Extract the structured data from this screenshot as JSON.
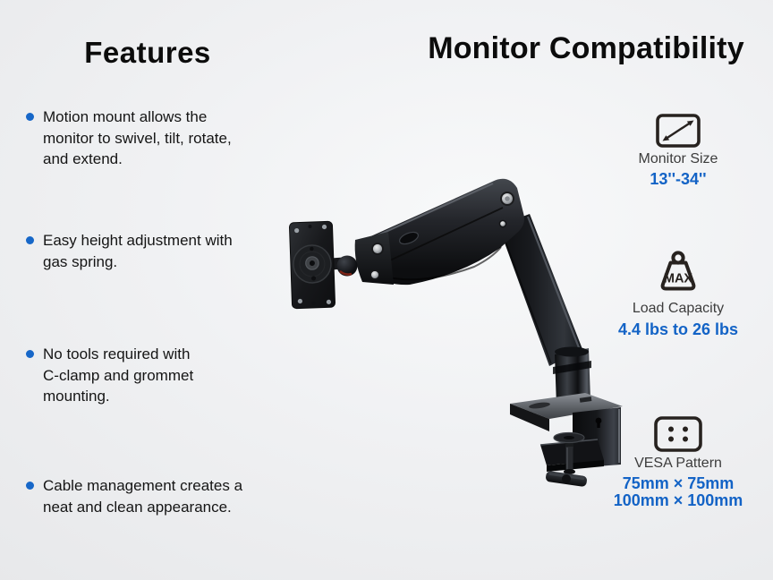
{
  "page": {
    "background_outer": "#e7e8ea",
    "background_inner": "#f8f9fa"
  },
  "features": {
    "title": "Features",
    "bullet_color": "#1767c8",
    "items": [
      {
        "lines": [
          "Motion mount allows the",
          "monitor to swivel, tilt, rotate,",
          "and extend."
        ]
      },
      {
        "lines": [
          "Easy height adjustment with",
          "gas spring."
        ]
      },
      {
        "lines": [
          "No tools required with",
          "C-clamp and grommet",
          "mounting."
        ]
      },
      {
        "lines": [
          "Cable management creates a",
          "neat and clean appearance."
        ]
      }
    ]
  },
  "compatibility": {
    "title": "Monitor Compatibility",
    "value_color": "#1363c6",
    "icon_color": "#27221f",
    "specs": [
      {
        "icon": "monitor-size-icon",
        "label": "Monitor Size",
        "values": [
          "13''-34''"
        ]
      },
      {
        "icon": "load-capacity-icon",
        "label": "Load Capacity",
        "icon_text": "MAX",
        "values": [
          "4.4 lbs to 26 lbs"
        ]
      },
      {
        "icon": "vesa-pattern-icon",
        "label": "VESA Pattern",
        "values": [
          "75mm × 75mm",
          "100mm × 100mm"
        ]
      }
    ]
  },
  "product": {
    "name": "gas-spring-monitor-arm"
  }
}
